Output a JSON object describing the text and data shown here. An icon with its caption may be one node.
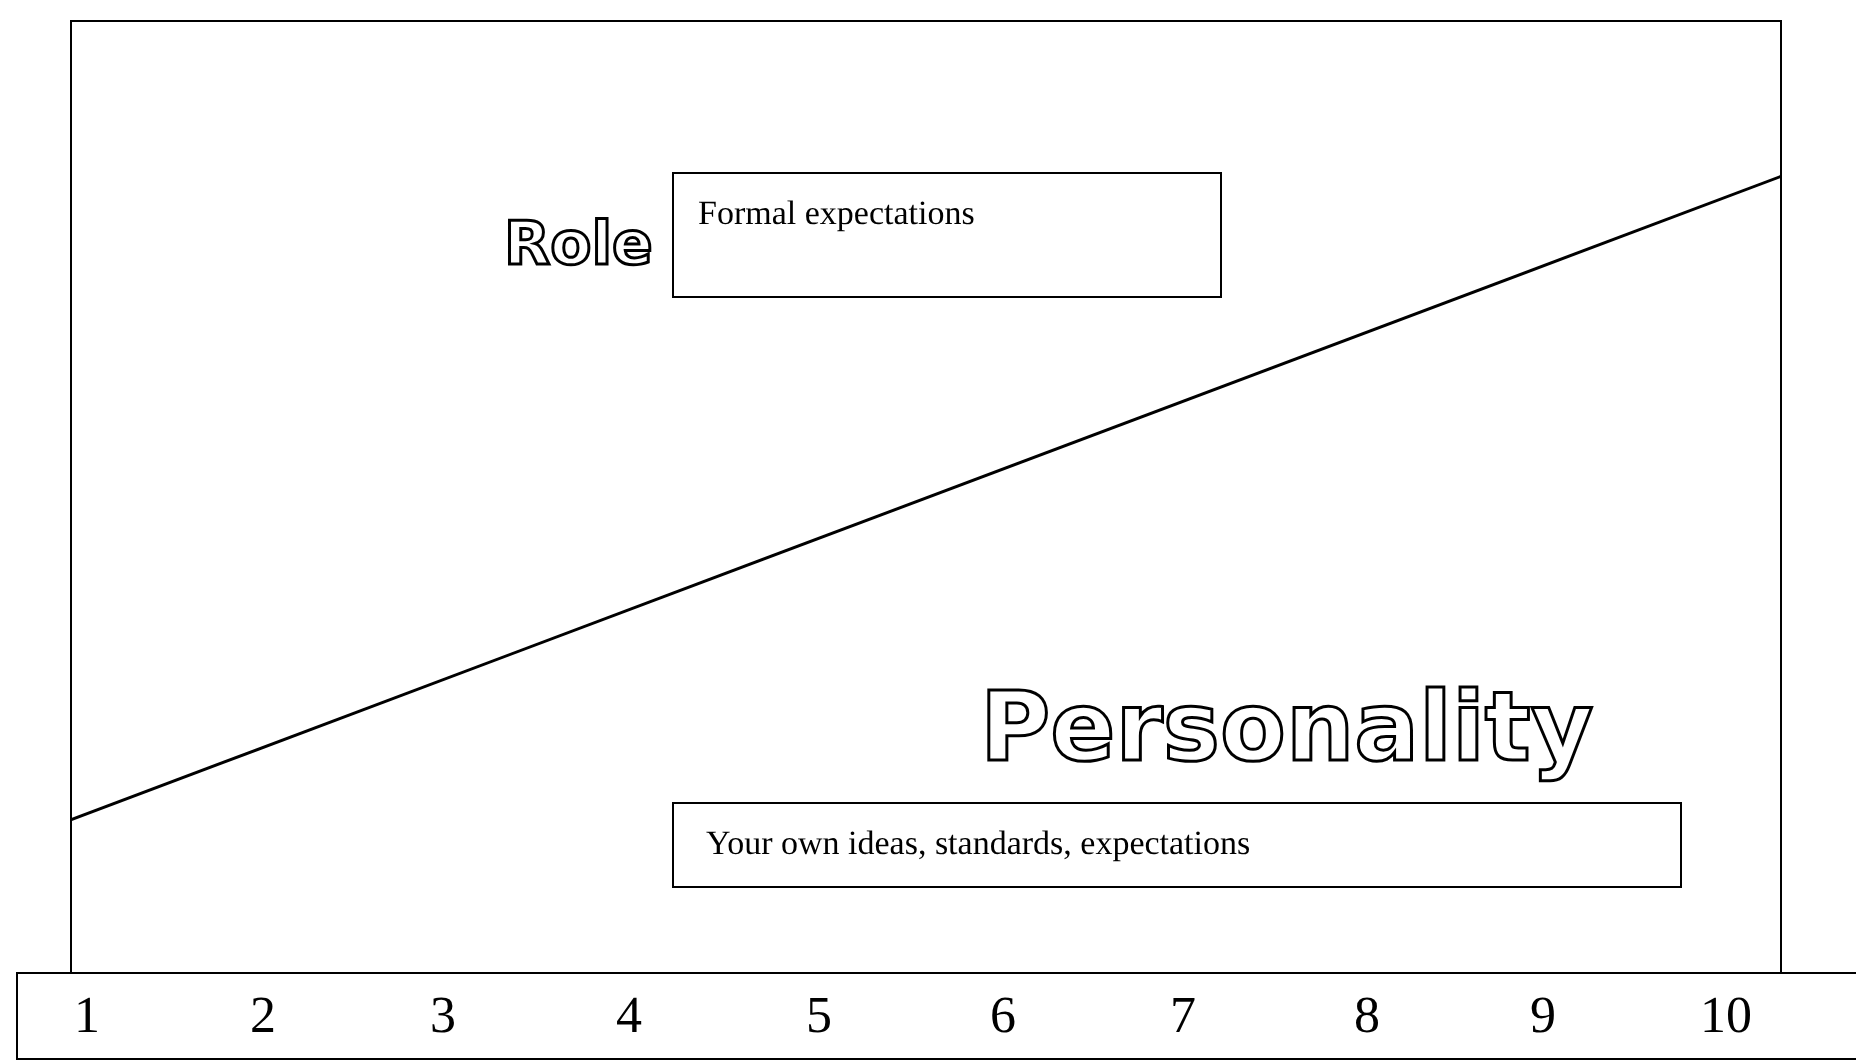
{
  "diagram": {
    "nodes": [
      {
        "text": [],
        "shape": "box"
      },
      {
        "text": [
          "Formal expectations"
        ],
        "in": 0
      },
      {
        "text": [
          "Your own ideas, standards, expectations"
        ],
        "in": 0
      },
      {
        "text": [
          "1",
          "2",
          "3",
          "4",
          "5",
          "6",
          "7",
          "8",
          "9",
          "10"
        ]
      }
    ],
    "edges": [],
    "labels": [
      "Role",
      "Personality"
    ]
  }
}
